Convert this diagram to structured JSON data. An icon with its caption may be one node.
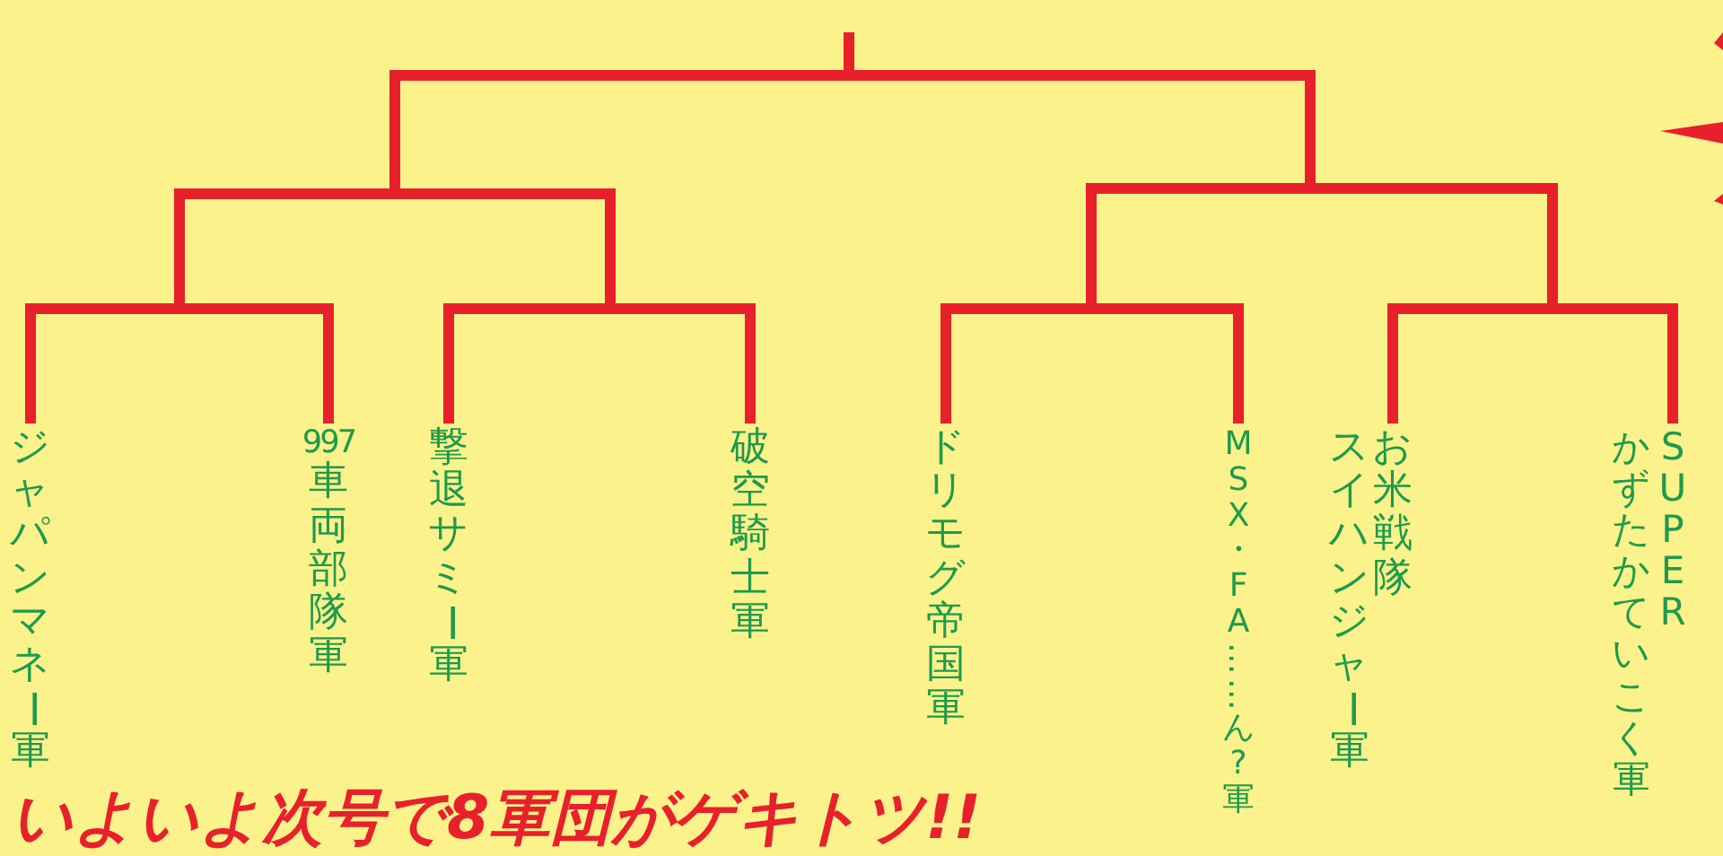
{
  "diagram": {
    "nodes": [
      {
        "text": [
          "ジャパンマネー軍"
        ]
      },
      {
        "text": [
          "997車両部隊軍"
        ]
      },
      {
        "text": [
          "撃退サミー軍"
        ]
      },
      {
        "text": [
          "破空騎士軍"
        ]
      },
      {
        "text": [
          "ドリモグ帝国軍"
        ]
      },
      {
        "text": [
          "MSX・FA……ん?軍"
        ]
      },
      {
        "text": [
          "お米戦隊スイハンジャー軍"
        ]
      },
      {
        "text": [
          "かずたかていこく軍",
          "SUPER"
        ]
      }
    ],
    "edges": [
      {
        "from": 0,
        "to": 1,
        "arrow": "none"
      },
      {
        "from": 2,
        "to": 3,
        "arrow": "none"
      },
      {
        "from": 4,
        "to": 5,
        "arrow": "none"
      },
      {
        "from": 6,
        "to": 7,
        "arrow": "none"
      }
    ],
    "labels": [
      "いよいよ次号で8軍団がゲキトツ!!"
    ]
  }
}
